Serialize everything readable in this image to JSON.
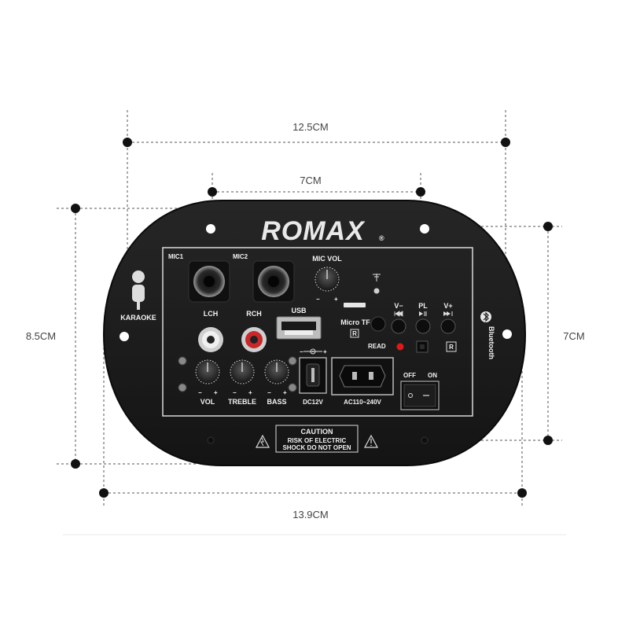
{
  "dimensions": {
    "top_width": "12.5CM",
    "hole_spacing_horizontal": "7CM",
    "left_height": "8.5CM",
    "right_height": "7CM",
    "bottom_width": "13.9CM"
  },
  "panel": {
    "brand": "ROMAX",
    "registered_mark": "®",
    "karaoke": "KARAOKE",
    "bluetooth": "Bluetooth",
    "mic1": "MIC1",
    "mic2": "MIC2",
    "mic_vol": "MIC VOL",
    "lch": "LCH",
    "rch": "RCH",
    "usb": "USB",
    "micro_tf": "Micro TF",
    "r_mark": "R",
    "v_minus": "V−",
    "pl": "PL",
    "v_plus": "V+",
    "read": "READ",
    "vol": "VOL",
    "treble": "TREBLE",
    "bass": "BASS",
    "dc12v": "DC12V",
    "ac": "AC110~240V",
    "off": "OFF",
    "on": "ON",
    "caution_title": "CAUTION",
    "caution_line1": "RISK OF ELECTRIC",
    "caution_line2": "SHOCK DO NOT OPEN",
    "minus": "−",
    "plus": "+"
  },
  "colors": {
    "panel_body": "#1c1c1c",
    "panel_border": "#d9d9d9",
    "rca_red": "#c8282c",
    "rca_white": "#f0f0f0",
    "led_red": "#e01818"
  }
}
